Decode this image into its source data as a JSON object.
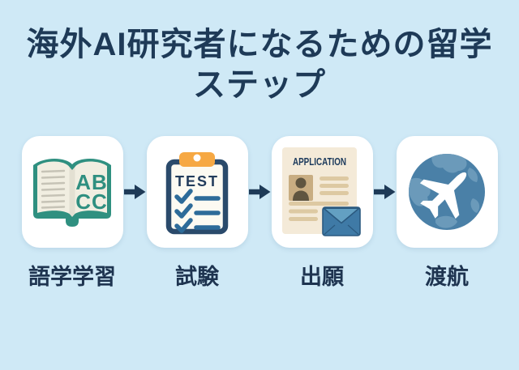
{
  "title": {
    "full": "海外AI研究者になるための留学ステップ",
    "line1": "海外AI研究者になるための留学",
    "line2": "ステップ"
  },
  "steps": [
    {
      "label": "語学学習",
      "icon": "open-book-icon",
      "icon_text": {
        "line1": "AB",
        "line2": "CC"
      }
    },
    {
      "label": "試験",
      "icon": "test-clipboard-icon",
      "icon_text": {
        "heading": "TEST"
      }
    },
    {
      "label": "出願",
      "icon": "application-document-icon",
      "icon_text": {
        "heading": "APPLICATION"
      }
    },
    {
      "label": "渡航",
      "icon": "globe-airplane-icon"
    }
  ],
  "colors": {
    "background": "#cfe9f6",
    "title_text": "#1e3a57",
    "label_text": "#1e3450",
    "card": "#ffffff",
    "arrow": "#1e3a57",
    "book_teal": "#2f9080",
    "book_page": "#f1eee1",
    "book_line": "#c6c3b6",
    "clipboard_navy": "#2a4a6b",
    "clip_orange": "#f6a843",
    "check_blue": "#2d6b99",
    "paper_cream": "#f4ead8",
    "photo_tan": "#c8ad82",
    "person_brown": "#5f5540",
    "doc_line_tan": "#ddc9a2",
    "envelope_body": "#3f7aa6",
    "envelope_flap": "#63a0c2",
    "envelope_outline": "#2b5a80",
    "globe_blue": "#4a80a7",
    "continent_blue": "#6b9aba",
    "plane_white": "#ffffff"
  }
}
